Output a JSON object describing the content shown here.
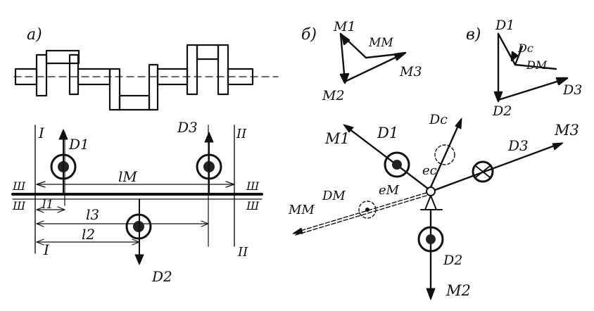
{
  "panels": {
    "a": "а)",
    "b": "б)",
    "v": "в)"
  },
  "shaft_labels": {
    "section_I_top": "I",
    "section_I_bottom": "I",
    "section_II_top": "II",
    "section_II_bottom": "II",
    "section_III_left_top": "Ш",
    "section_III_left_bottom": "Ш",
    "section_III_right_top": "Ш",
    "section_III_right_bottom": "Ш",
    "D1": "D1",
    "D2": "D2",
    "D3": "D3",
    "lm": "lM",
    "l1": "l1",
    "l2": "l2",
    "l3": "l3"
  },
  "moment_polygon": {
    "M1": "M1",
    "Mm": "MM",
    "M3": "M3",
    "M2": "M2"
  },
  "force_polygon": {
    "D1": "D1",
    "Dc": "Dc",
    "Dm": "DM",
    "D3": "D3",
    "D2": "D2"
  },
  "vector_diagram": {
    "D1": "D1",
    "M1": "M1",
    "Dc": "Dc",
    "ec": "ec",
    "D3": "D3",
    "M3": "M3",
    "Dm": "DM",
    "em": "eM",
    "Mm": "MM",
    "D2": "D2",
    "M2": "M2"
  }
}
